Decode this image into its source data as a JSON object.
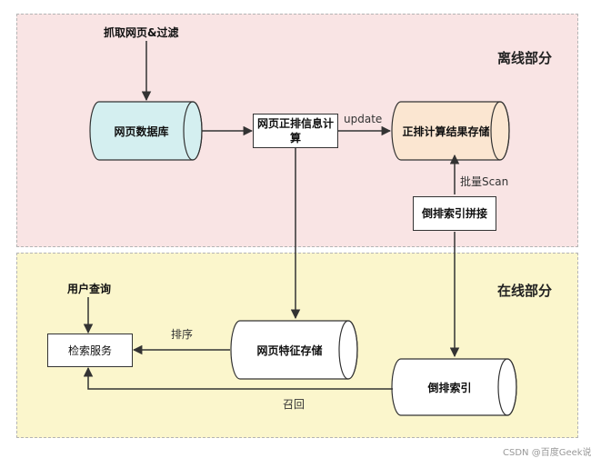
{
  "regions": {
    "offline": "离线部分",
    "online": "在线部分"
  },
  "nodes": {
    "crawl": "抓取网页&过滤",
    "web_db": "网页数据库",
    "compute": "网页正排信息计算",
    "forward_store": "正排计算结果存储",
    "merge": "倒排索引拼接",
    "user_query": "用户查询",
    "search_service": "检索服务",
    "feature_store": "网页特征存储",
    "inverted_index": "倒排索引"
  },
  "edges": {
    "update": "update",
    "batch_scan": "批量Scan",
    "sort": "排序",
    "recall": "召回"
  },
  "colors": {
    "offline_bg": "#f9e4e4",
    "online_bg": "#fbf6cc",
    "web_db_fill": "#d4eff0",
    "forward_store_fill": "#fbe6d1"
  },
  "watermark": "CSDN @百度Geek说"
}
